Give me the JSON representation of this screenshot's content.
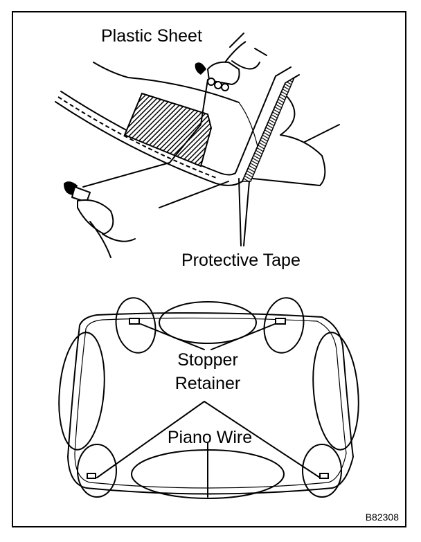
{
  "labels": {
    "plastic_sheet": "Plastic Sheet",
    "protective_tape": "Protective Tape",
    "stopper": "Stopper",
    "retainer": "Retainer",
    "piano_wire": "Piano Wire",
    "figure_code": "B82308"
  },
  "colors": {
    "ink": "#000000",
    "paper": "#ffffff"
  }
}
